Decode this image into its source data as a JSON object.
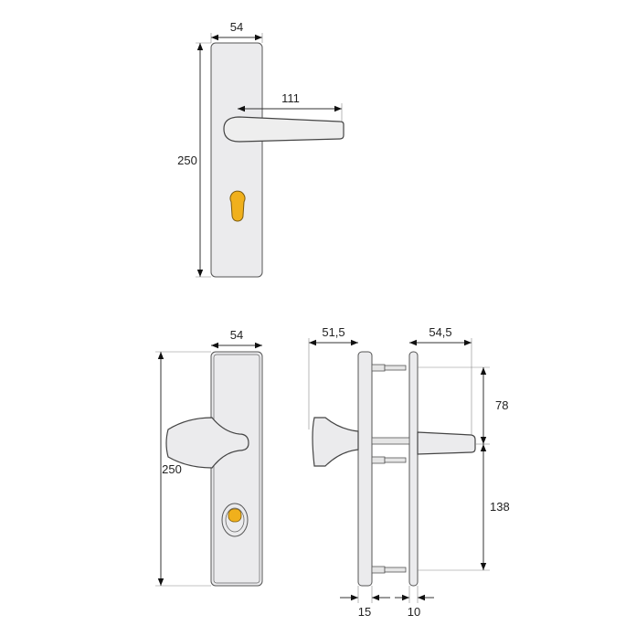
{
  "diagram": {
    "type": "technical-drawing",
    "subject": "door handle fittings dimensions",
    "colors": {
      "plate": "#ebebed",
      "outline": "#444444",
      "key": "#f0b01c",
      "dimline": "#333333"
    },
    "views": [
      {
        "name": "lever-handle-front",
        "dimensions": {
          "width": "54",
          "height": "250",
          "lever_length": "111"
        }
      },
      {
        "name": "knob-front",
        "dimensions": {
          "width": "54",
          "height": "250"
        }
      },
      {
        "name": "side-view",
        "dimensions": {
          "knob_projection": "51,5",
          "lever_projection": "54,5",
          "upper_spacing": "78",
          "lower_spacing": "138",
          "outer_plate_thickness": "15",
          "inner_plate_thickness": "10"
        }
      }
    ]
  }
}
